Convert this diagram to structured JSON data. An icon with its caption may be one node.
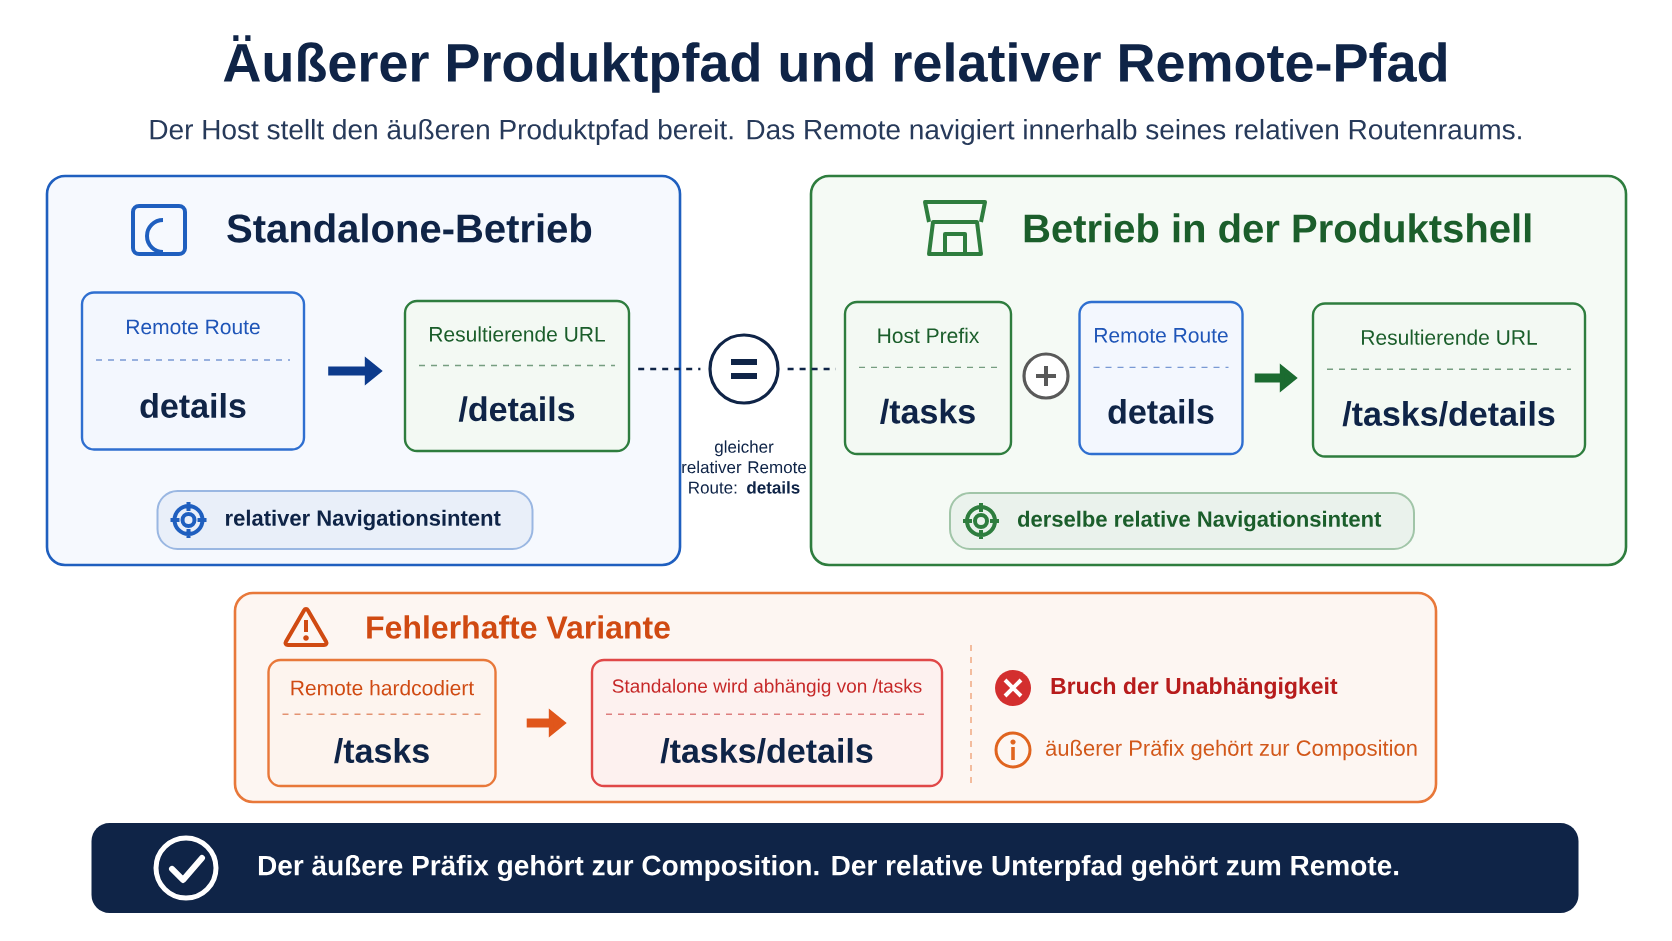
{
  "diagram": {
    "title": "Äußerer Produktpfad und relativer Remote-Pfad",
    "nodes": [
      {
        "text": [
          "Standalone-Betrieb"
        ]
      },
      {
        "text": [
          "Remote Route",
          "details"
        ],
        "in": 0
      },
      {
        "text": [
          "Resultierende URL",
          "/details"
        ],
        "in": 0
      },
      {
        "text": [
          "relativer Navigationsintent"
        ],
        "in": 0
      },
      {
        "text": [],
        "shape": "circle",
        "beside": [
          "gleicher relativer Remote Route: **details**"
        ]
      },
      {
        "text": [
          "Betrieb in der Produktshell"
        ]
      },
      {
        "text": [
          "Host Prefix",
          "/tasks"
        ],
        "in": 5
      },
      {
        "text": [
          "Remote Route",
          "details"
        ],
        "in": 5
      },
      {
        "text": [
          "Resultierende URL",
          "/tasks/details"
        ],
        "in": 5
      },
      {
        "text": [
          "derselbe relative Navigationsintent"
        ],
        "in": 5
      },
      {
        "text": [
          "Fehlerhafte Variante"
        ]
      },
      {
        "text": [
          "Remote hardcodiert",
          "/tasks"
        ],
        "in": 10
      },
      {
        "text": [
          "Standalone wird abhängig von /tasks",
          "/tasks/details"
        ],
        "in": 10
      },
      {
        "text": [
          "Der äußere Präfix gehört zur Composition. Der relative Unterpfad gehört zum Remote."
        ]
      }
    ],
    "edges": [
      {
        "from": 1,
        "to": 2,
        "arrow": "to",
        "color": "#0d3b8c"
      },
      {
        "from": 2,
        "to": 4,
        "arrow": "none",
        "style": "dashed",
        "color": "#0f2447"
      },
      {
        "from": 4,
        "to": 6,
        "arrow": "none",
        "style": "dashed",
        "color": "#0f2447"
      },
      {
        "from": 7,
        "to": 8,
        "arrow": "to",
        "color": "#1b6b30"
      },
      {
        "from": 11,
        "to": 12,
        "arrow": "to",
        "color": "#e0561b"
      }
    ],
    "labels": [
      "Der Host stellt den äußeren Produktpfad bereit. Das Remote navigiert innerhalb seines relativen Routenraums.",
      "Bruch der Unabhängigkeit",
      "äußerer Präfix gehört zur Composition"
    ]
  }
}
